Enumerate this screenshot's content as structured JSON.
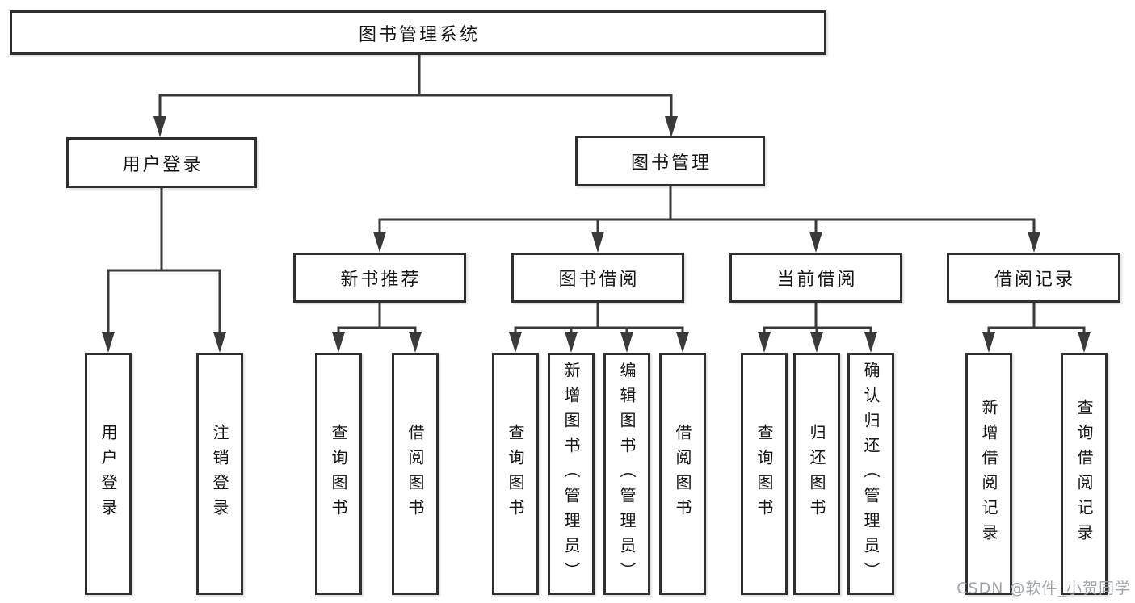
{
  "colors": {
    "line": "#3a3a3a",
    "box_border": "#2f2f2f",
    "box_bg": "#ffffff",
    "text": "#161616",
    "background": "#ffffff",
    "watermark": "#9aa0a6"
  },
  "watermark": "CSDN @软件_小贺同学",
  "tree": {
    "label": "图书管理系统",
    "children": [
      {
        "label": "用户登录",
        "children": [
          {
            "label": "用户登录"
          },
          {
            "label": "注销登录"
          }
        ]
      },
      {
        "label": "图书管理",
        "children": [
          {
            "label": "新书推荐",
            "children": [
              {
                "label": "查询图书"
              },
              {
                "label": "借阅图书"
              }
            ]
          },
          {
            "label": "图书借阅",
            "children": [
              {
                "label": "查询图书"
              },
              {
                "label": "新增图书（管理员）"
              },
              {
                "label": "编辑图书（管理员）"
              },
              {
                "label": "借阅图书"
              }
            ]
          },
          {
            "label": "当前借阅",
            "children": [
              {
                "label": "查询图书"
              },
              {
                "label": "归还图书"
              },
              {
                "label": "确认归还（管理员）"
              }
            ]
          },
          {
            "label": "借阅记录",
            "children": [
              {
                "label": "新增借阅记录"
              },
              {
                "label": "查询借阅记录"
              }
            ]
          }
        ]
      }
    ]
  }
}
